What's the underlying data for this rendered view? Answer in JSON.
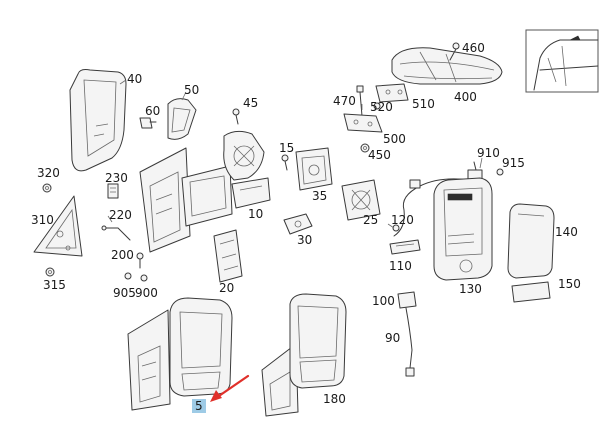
{
  "callouts": [
    {
      "id": "460",
      "text": "460"
    },
    {
      "id": "400",
      "text": "400"
    },
    {
      "id": "40",
      "text": "40"
    },
    {
      "id": "50",
      "text": "50"
    },
    {
      "id": "60",
      "text": "60"
    },
    {
      "id": "45",
      "text": "45"
    },
    {
      "id": "470",
      "text": "470"
    },
    {
      "id": "520",
      "text": "520"
    },
    {
      "id": "510",
      "text": "510"
    },
    {
      "id": "500",
      "text": "500"
    },
    {
      "id": "450",
      "text": "450"
    },
    {
      "id": "15",
      "text": "15"
    },
    {
      "id": "910",
      "text": "910"
    },
    {
      "id": "915",
      "text": "915"
    },
    {
      "id": "320",
      "text": "320"
    },
    {
      "id": "230",
      "text": "230"
    },
    {
      "id": "35",
      "text": "35"
    },
    {
      "id": "10",
      "text": "10"
    },
    {
      "id": "310",
      "text": "310"
    },
    {
      "id": "220",
      "text": "220"
    },
    {
      "id": "120",
      "text": "120"
    },
    {
      "id": "25",
      "text": "25"
    },
    {
      "id": "140",
      "text": "140"
    },
    {
      "id": "30",
      "text": "30"
    },
    {
      "id": "200",
      "text": "200"
    },
    {
      "id": "110",
      "text": "110"
    },
    {
      "id": "315",
      "text": "315"
    },
    {
      "id": "150",
      "text": "150"
    },
    {
      "id": "905",
      "text": "905"
    },
    {
      "id": "900",
      "text": "900"
    },
    {
      "id": "20",
      "text": "20"
    },
    {
      "id": "130",
      "text": "130"
    },
    {
      "id": "100",
      "text": "100"
    },
    {
      "id": "90",
      "text": "90"
    },
    {
      "id": "180",
      "text": "180"
    },
    {
      "id": "5",
      "text": "5",
      "highlight": true
    }
  ],
  "colors": {
    "line": "#3a3a3a",
    "highlight": "#9ecbe6",
    "arrow": "#e0302a"
  }
}
